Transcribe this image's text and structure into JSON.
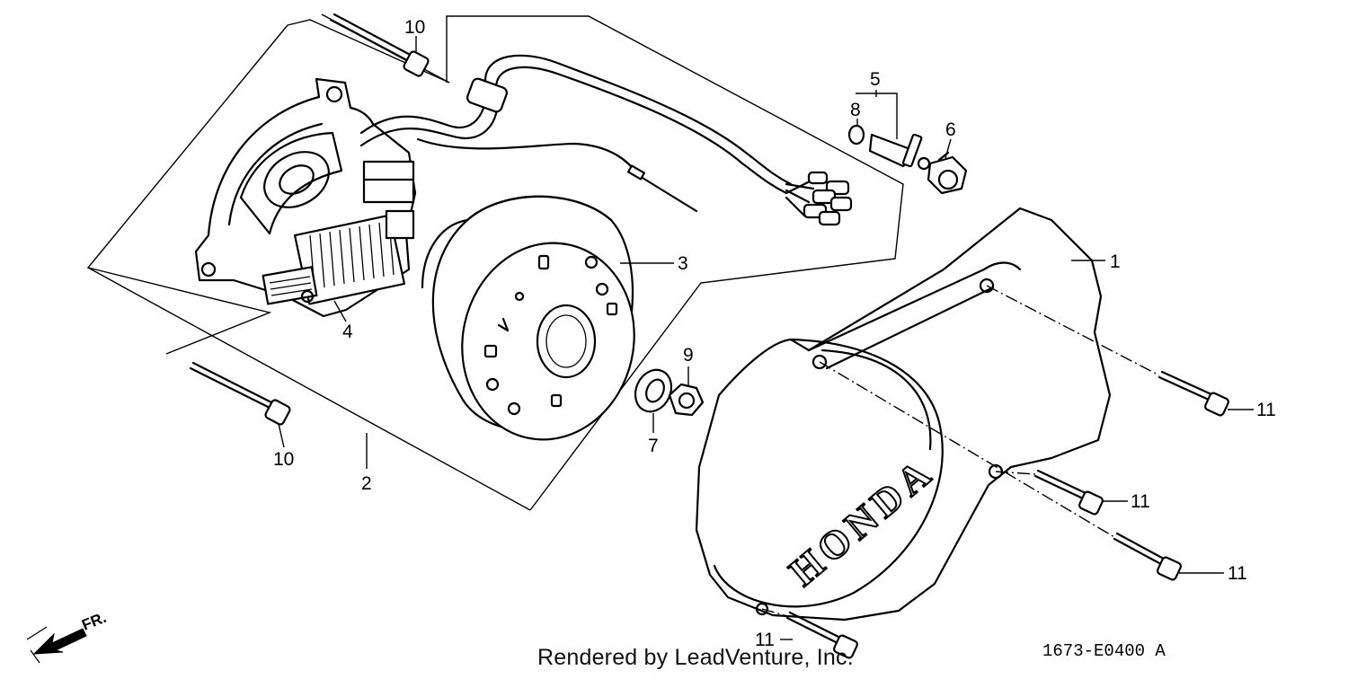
{
  "callouts": {
    "c1": "1",
    "c2": "2",
    "c3": "3",
    "c4": "4",
    "c5": "5",
    "c6": "6",
    "c7": "7",
    "c8": "8",
    "c9": "9",
    "c10a": "10",
    "c10b": "10",
    "c11a": "11",
    "c11b": "11",
    "c11c": "11",
    "c11d": "11"
  },
  "cover_brand": "HONDA",
  "direction_label": "FR.",
  "credit": "Rendered by LeadVenture, Inc.",
  "diagram_code": "1673-E0400 A"
}
